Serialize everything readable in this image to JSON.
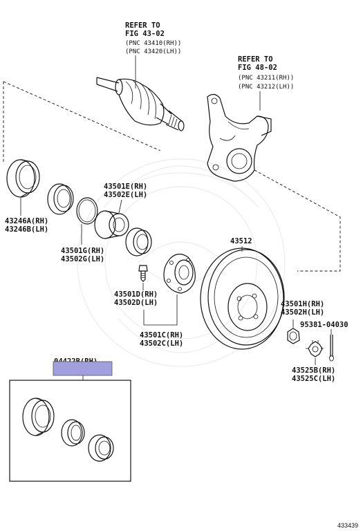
{
  "refs": {
    "driveshaft": {
      "line1": "REFER TO",
      "line2": "FIG 43-02",
      "line3": "(PNC 43410(RH))",
      "line4": "(PNC 43420(LH))"
    },
    "knuckle": {
      "line1": "REFER TO",
      "line2": "FIG 48-02",
      "line3": "(PNC 43211(RH))",
      "line4": "(PNC 43212(LH))"
    }
  },
  "parts": {
    "p43246": {
      "rh": "43246A(RH)",
      "lh": "43246B(LH)"
    },
    "p43501e": {
      "rh": "43501E(RH)",
      "lh": "43502E(LH)"
    },
    "p43501g": {
      "rh": "43501G(RH)",
      "lh": "43502G(LH)"
    },
    "p43512": {
      "label": "43512"
    },
    "p43501d": {
      "rh": "43501D(RH)",
      "lh": "43502D(LH)"
    },
    "p43501c": {
      "rh": "43501C(RH)",
      "lh": "43502C(LH)"
    },
    "p43501h": {
      "rh": "43501H(RH)",
      "lh": "43502H(LH)"
    },
    "p95381": {
      "label": "95381-04030"
    },
    "p43525": {
      "rh": "43525B(RH)",
      "lh": "43525C(LH)"
    },
    "p04422": {
      "label": "04422B(RH)"
    }
  },
  "highlight_color": "#a0a0dc",
  "figure_id": "433439"
}
